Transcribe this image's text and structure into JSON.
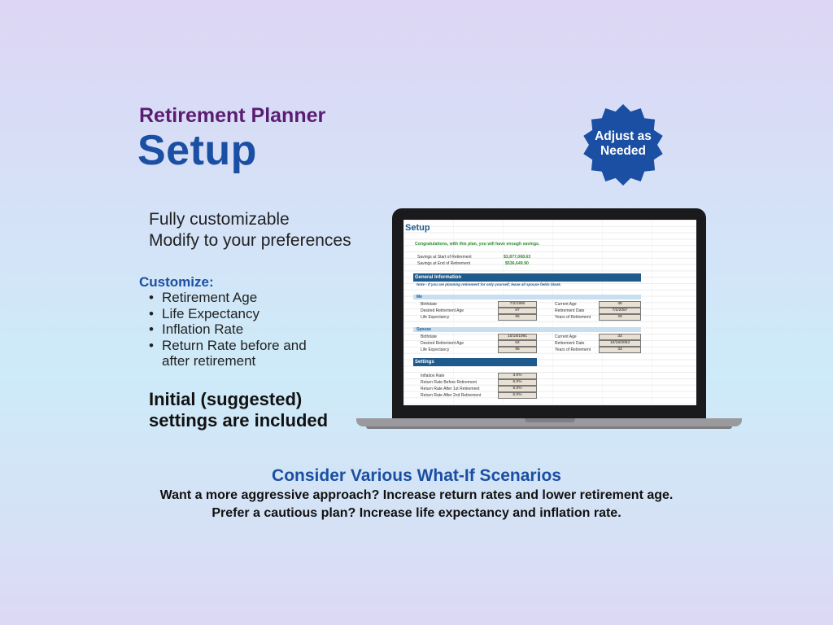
{
  "header": {
    "subtitle": "Retirement Planner",
    "title": "Setup"
  },
  "badge": {
    "line1": "Adjust as",
    "line2": "Needed",
    "color": "#1b4fa3"
  },
  "intro": {
    "line1": "Fully customizable",
    "line2": "Modify to your preferences"
  },
  "customize": {
    "title": "Customize:",
    "items": [
      "Retirement Age",
      "Life Expectancy",
      "Inflation Rate",
      "Return Rate before and after retirement"
    ]
  },
  "initial": {
    "line1": "Initial (suggested)",
    "line2": "settings are included"
  },
  "whatif": {
    "title": "Consider Various What-If Scenarios",
    "line1": "Want a more aggressive approach?  Increase return rates and lower retirement age.",
    "line2": "Prefer a cautious plan?  Increase life expectancy and inflation rate."
  },
  "spreadsheet": {
    "title": "Setup",
    "message": "Congratulations, with this plan, you will have enough savings.",
    "savings_start_label": "Savings at Start of Retirement",
    "savings_start_value": "$3,877,068.63",
    "savings_end_label": "Savings at End of Retirement",
    "savings_end_value": "$536,649.90",
    "general_header": "General Information",
    "note": "Note - If you are planning retirement for only yourself, leave all spouse fields blank.",
    "me": {
      "label": "Me",
      "birthdate_label": "Birthdate",
      "birthdate": "7/2/1990",
      "desired_label": "Desired Retirement Age",
      "desired": "67",
      "life_label": "Life Expectancy",
      "life": "95",
      "current_age_label": "Current Age",
      "current_age": "36",
      "retire_date_label": "Retirement Date",
      "retire_date": "7/2/2057",
      "years_label": "Years of Retirement",
      "years": "28"
    },
    "spouse": {
      "label": "Spouse",
      "birthdate_label": "Birthdate",
      "birthdate": "10/18/1991",
      "desired_label": "Desired Retirement Age",
      "desired": "62",
      "life_label": "Life Expectancy",
      "life": "95",
      "current_age_label": "Current Age",
      "current_age": "33",
      "retire_date_label": "Retirement Date",
      "retire_date": "10/18/2053",
      "years_label": "Years of Retirement",
      "years": "33"
    },
    "settings_header": "Settings",
    "settings": [
      {
        "label": "Inflation Rate",
        "value": "3.0%"
      },
      {
        "label": "Return Rate Before Retirement",
        "value": "6.0%"
      },
      {
        "label": "Return Rate After 1st Retirement",
        "value": "5.0%"
      },
      {
        "label": "Return Rate After 2nd Retirement",
        "value": "5.0%"
      }
    ]
  }
}
